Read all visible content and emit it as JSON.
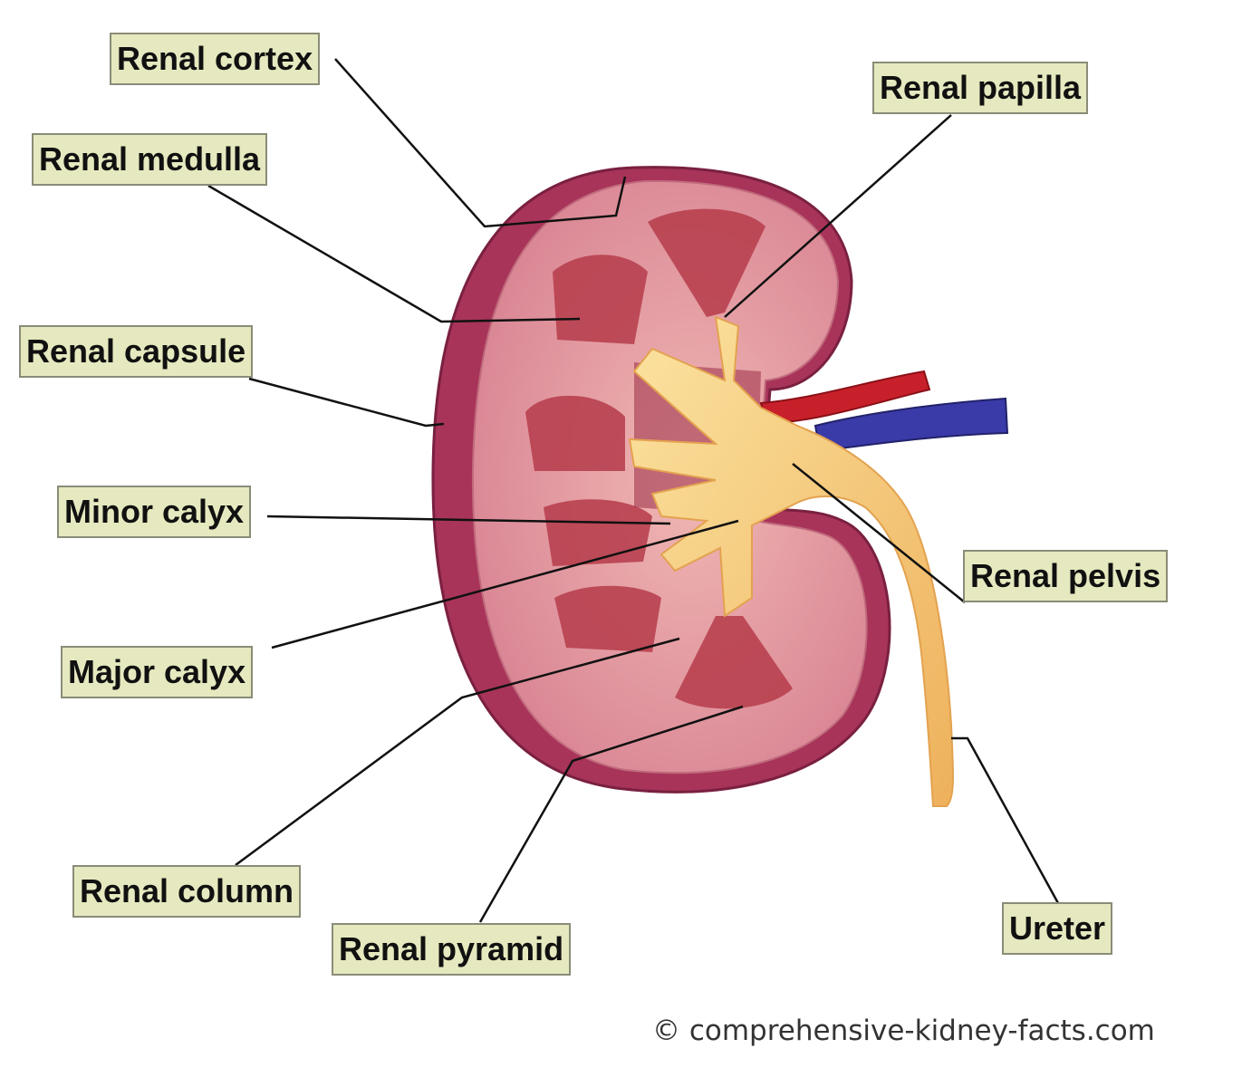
{
  "labels": {
    "renal_cortex": "Renal cortex",
    "renal_medulla": "Renal medulla",
    "renal_capsule": "Renal capsule",
    "minor_calyx": "Minor calyx",
    "major_calyx": "Major calyx",
    "renal_column": "Renal column",
    "renal_pyramid": "Renal pyramid",
    "renal_papilla": "Renal papilla",
    "renal_pelvis": "Renal pelvis",
    "ureter": "Ureter"
  },
  "copyright": "© comprehensive-kidney-facts.com",
  "colors": {
    "label_fill": "#e6e9bf",
    "capsule": "#a8345a",
    "cortex": "#d98a97",
    "pyramid": "#b8404f",
    "pelvis": "#f2c77d",
    "artery": "#c8202a",
    "vein": "#3a3aa8"
  }
}
